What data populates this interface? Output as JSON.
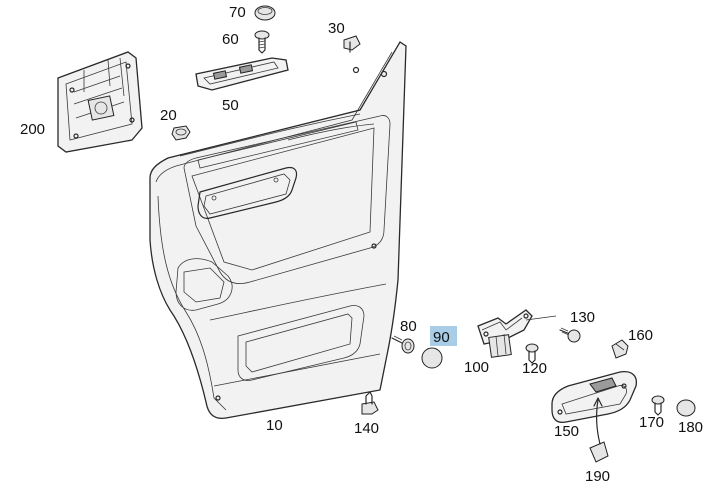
{
  "diagram": {
    "highlight_color": "#a9cde6",
    "part_numbers": {
      "p10": "10",
      "p20": "20",
      "p30": "30",
      "p50": "50",
      "p60": "60",
      "p70": "70",
      "p80": "80",
      "p90": "90",
      "p100": "100",
      "p120": "120",
      "p130": "130",
      "p140": "140",
      "p150": "150",
      "p160": "160",
      "p170": "170",
      "p180": "180",
      "p190": "190",
      "p200": "200"
    },
    "highlighted_part": "90"
  }
}
